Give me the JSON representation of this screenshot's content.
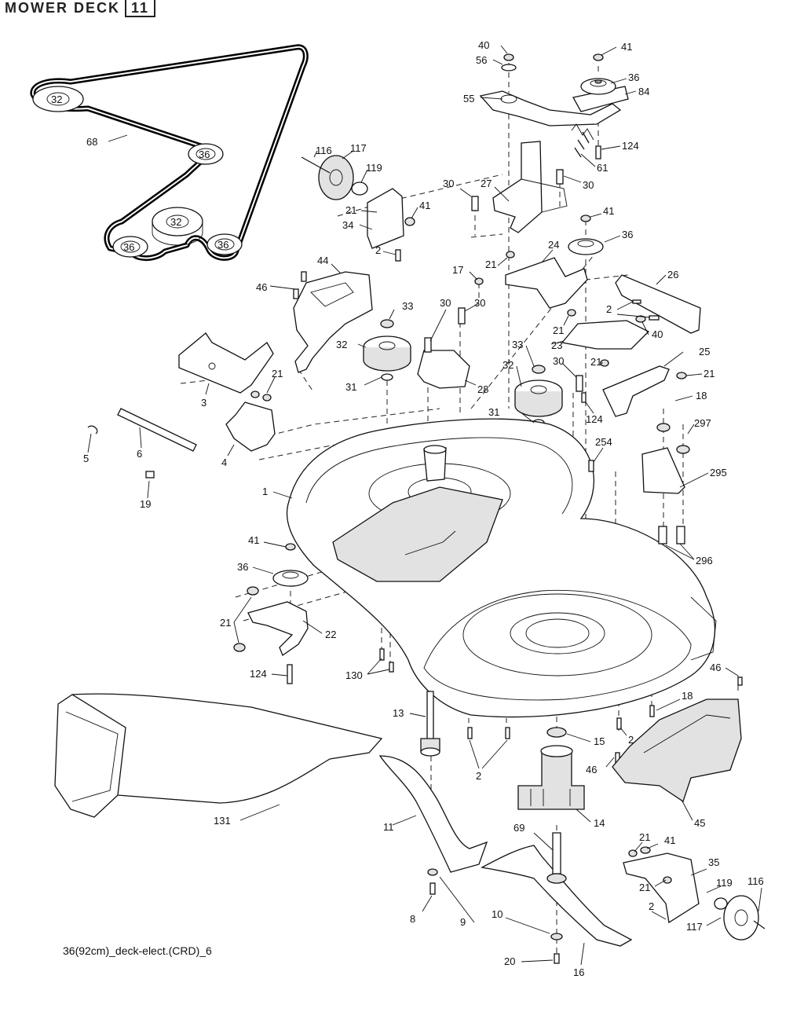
{
  "header": {
    "title": "MOWER DECK",
    "code": "11"
  },
  "footer": {
    "caption": "36(92cm)_deck-elect.(CRD)_6"
  },
  "callouts": [
    {
      "id": "c-40a",
      "label": "40"
    },
    {
      "id": "c-41a",
      "label": "41"
    },
    {
      "id": "c-56",
      "label": "56"
    },
    {
      "id": "c-36a",
      "label": "36"
    },
    {
      "id": "c-55",
      "label": "55"
    },
    {
      "id": "c-84",
      "label": "84"
    },
    {
      "id": "c-124a",
      "label": "124"
    },
    {
      "id": "c-61",
      "label": "61"
    },
    {
      "id": "c-116a",
      "label": "116"
    },
    {
      "id": "c-117a",
      "label": "117"
    },
    {
      "id": "c-119a",
      "label": "119"
    },
    {
      "id": "c-30a",
      "label": "30"
    },
    {
      "id": "c-27",
      "label": "27"
    },
    {
      "id": "c-30b",
      "label": "30"
    },
    {
      "id": "c-21a",
      "label": "21"
    },
    {
      "id": "c-41b",
      "label": "41"
    },
    {
      "id": "c-34",
      "label": "34"
    },
    {
      "id": "c-2a",
      "label": "2"
    },
    {
      "id": "c-41c",
      "label": "41"
    },
    {
      "id": "c-36b",
      "label": "36"
    },
    {
      "id": "c-44",
      "label": "44"
    },
    {
      "id": "c-24",
      "label": "24"
    },
    {
      "id": "c-21b",
      "label": "21"
    },
    {
      "id": "c-26",
      "label": "26"
    },
    {
      "id": "c-46a",
      "label": "46"
    },
    {
      "id": "c-17",
      "label": "17"
    },
    {
      "id": "c-33a",
      "label": "33"
    },
    {
      "id": "c-30c",
      "label": "30"
    },
    {
      "id": "c-30d",
      "label": "30"
    },
    {
      "id": "c-2b",
      "label": "2"
    },
    {
      "id": "c-21c",
      "label": "21"
    },
    {
      "id": "c-40b",
      "label": "40"
    },
    {
      "id": "c-23",
      "label": "23"
    },
    {
      "id": "c-32a",
      "label": "32"
    },
    {
      "id": "c-25",
      "label": "25"
    },
    {
      "id": "c-33b",
      "label": "33"
    },
    {
      "id": "c-30e",
      "label": "30"
    },
    {
      "id": "c-21d",
      "label": "21"
    },
    {
      "id": "c-21e",
      "label": "21"
    },
    {
      "id": "c-3",
      "label": "3"
    },
    {
      "id": "c-21f",
      "label": "21"
    },
    {
      "id": "c-31a",
      "label": "31"
    },
    {
      "id": "c-28",
      "label": "28"
    },
    {
      "id": "c-32b",
      "label": "32"
    },
    {
      "id": "c-18a",
      "label": "18"
    },
    {
      "id": "c-124b",
      "label": "124"
    },
    {
      "id": "c-31b",
      "label": "31"
    },
    {
      "id": "c-297",
      "label": "297"
    },
    {
      "id": "c-5",
      "label": "5"
    },
    {
      "id": "c-6",
      "label": "6"
    },
    {
      "id": "c-4",
      "label": "4"
    },
    {
      "id": "c-254",
      "label": "254"
    },
    {
      "id": "c-295",
      "label": "295"
    },
    {
      "id": "c-19",
      "label": "19"
    },
    {
      "id": "c-1",
      "label": "1"
    },
    {
      "id": "c-296",
      "label": "296"
    },
    {
      "id": "c-41d",
      "label": "41"
    },
    {
      "id": "c-36c",
      "label": "36"
    },
    {
      "id": "c-21g",
      "label": "21"
    },
    {
      "id": "c-22",
      "label": "22"
    },
    {
      "id": "c-124c",
      "label": "124"
    },
    {
      "id": "c-130",
      "label": "130"
    },
    {
      "id": "c-46b",
      "label": "46"
    },
    {
      "id": "c-18b",
      "label": "18"
    },
    {
      "id": "c-13",
      "label": "13"
    },
    {
      "id": "c-15",
      "label": "15"
    },
    {
      "id": "c-2c",
      "label": "2"
    },
    {
      "id": "c-2d",
      "label": "2"
    },
    {
      "id": "c-46c",
      "label": "46"
    },
    {
      "id": "c-131",
      "label": "131"
    },
    {
      "id": "c-11",
      "label": "11"
    },
    {
      "id": "c-14",
      "label": "14"
    },
    {
      "id": "c-45",
      "label": "45"
    },
    {
      "id": "c-69",
      "label": "69"
    },
    {
      "id": "c-21h",
      "label": "21"
    },
    {
      "id": "c-41e",
      "label": "41"
    },
    {
      "id": "c-35",
      "label": "35"
    },
    {
      "id": "c-21i",
      "label": "21"
    },
    {
      "id": "c-119b",
      "label": "119"
    },
    {
      "id": "c-116b",
      "label": "116"
    },
    {
      "id": "c-2e",
      "label": "2"
    },
    {
      "id": "c-117b",
      "label": "117"
    },
    {
      "id": "c-8",
      "label": "8"
    },
    {
      "id": "c-9",
      "label": "9"
    },
    {
      "id": "c-10",
      "label": "10"
    },
    {
      "id": "c-20",
      "label": "20"
    },
    {
      "id": "c-16",
      "label": "16"
    }
  ],
  "belt_diagram": {
    "pulleys": [
      {
        "id": "bp-32a",
        "label": "32"
      },
      {
        "id": "bp-36a",
        "label": "36"
      },
      {
        "id": "bp-32b",
        "label": "32"
      },
      {
        "id": "bp-36b",
        "label": "36"
      },
      {
        "id": "bp-36c",
        "label": "36"
      }
    ],
    "belt_label": "68"
  }
}
